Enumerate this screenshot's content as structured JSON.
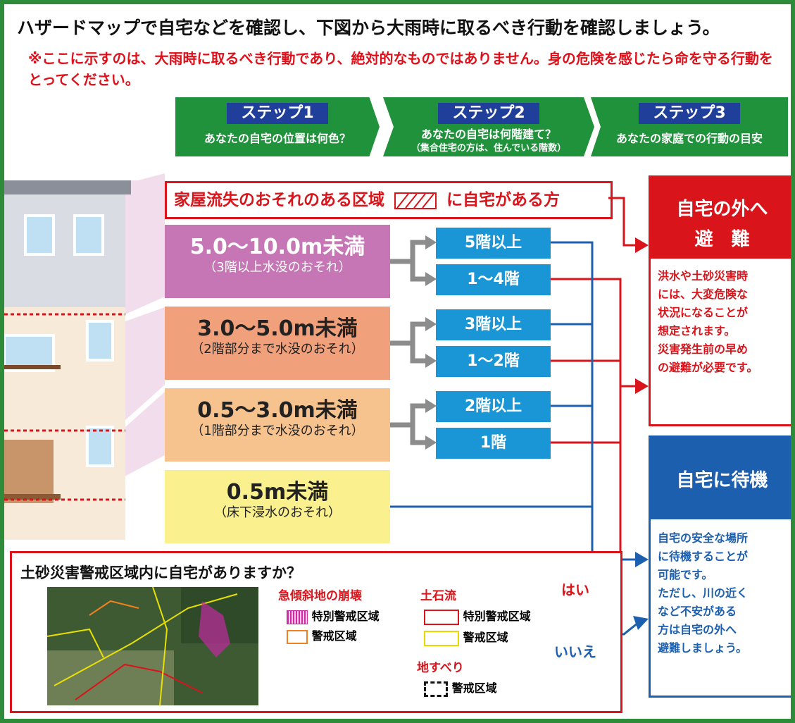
{
  "title": "ハザードマップで自宅などを確認し、下図から大雨時に取るべき行動を確認しましょう。",
  "note": "※ここに示すのは、大雨時に取るべき行動であり、絶対的なものではありません。身の危険を感じたら命を守る行動をとってください。",
  "steps": [
    {
      "label": "ステップ1",
      "desc": "あなたの自宅の位置は何色？",
      "desc2": ""
    },
    {
      "label": "ステップ2",
      "desc": "あなたの自宅は何階建て？",
      "desc2": "（集合住宅の方は、住んでいる階数）"
    },
    {
      "label": "ステップ3",
      "desc": "あなたの家庭での行動の目安",
      "desc2": ""
    }
  ],
  "house_loss": "家屋流失のおそれのある区域",
  "house_loss_suffix": "に自宅がある方",
  "bands": [
    {
      "depth": "5.0〜10.0m未満",
      "note": "（3階以上水没のおそれ）",
      "color": "#c676b4"
    },
    {
      "depth": "3.0〜5.0m未満",
      "note": "（2階部分まで水没のおそれ）",
      "color": "#f0a07a"
    },
    {
      "depth": "0.5〜3.0m未満",
      "note": "（1階部分まで水没のおそれ）",
      "color": "#f6c28e"
    },
    {
      "depth": "0.5m未満",
      "note": "（床下浸水のおそれ）",
      "color": "#faf08e"
    }
  ],
  "floors": [
    "5階以上",
    "1〜4階",
    "3階以上",
    "1〜2階",
    "2階以上",
    "1階"
  ],
  "evacuate": {
    "title1": "自宅の外へ",
    "title2": "避　難",
    "body": [
      "洪水や土砂災害時",
      "には、大変危険な",
      "状況になることが",
      "想定されます。",
      "災害発生前の早め",
      "の避難が必要です。"
    ]
  },
  "stay": {
    "title": "自宅に待機",
    "body": [
      "自宅の安全な場所",
      "に待機することが",
      "可能です。",
      "ただし、川の近く",
      "など不安がある",
      "方は自宅の外へ",
      "避難しましょう。"
    ]
  },
  "question": "土砂災害警戒区域内に自宅がありますか？",
  "yes": "はい",
  "no": "いいえ",
  "legend": {
    "steep": "急傾斜地の崩壊",
    "debris": "土石流",
    "landslide": "地すべり",
    "special": "特別警戒区域",
    "warning": "警戒区域"
  },
  "colors": {
    "green": "#21923c",
    "red": "#d9141b",
    "blue": "#1c5fae",
    "cyan": "#1a96d6"
  }
}
